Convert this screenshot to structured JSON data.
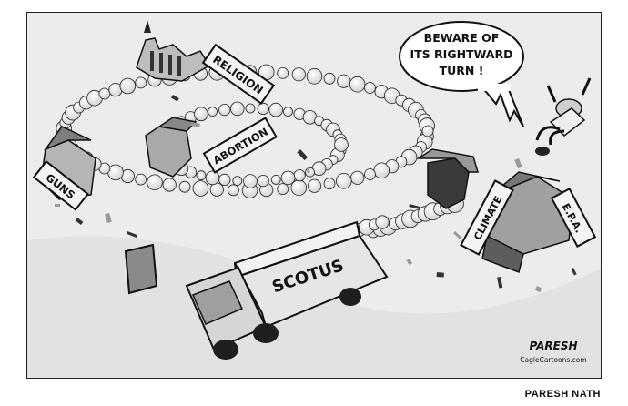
{
  "cartoon": {
    "speech_bubble": {
      "line1": "BEWARE OF",
      "line2": "ITS RIGHTWARD",
      "line3": "TURN !"
    },
    "truck_label": "SCOTUS",
    "signs": {
      "religion": "RELIGION",
      "abortion": "ABORTION",
      "guns": "GUNS",
      "climate": "CLIMATE",
      "epa": "E.P.A."
    },
    "signature": {
      "name": "PARESH",
      "site": "CagleCartoons.com"
    }
  },
  "credit": "PARESH NATH",
  "colors": {
    "ink": "#111111",
    "background": "#ececec",
    "smoke": "#f7f7f7"
  }
}
